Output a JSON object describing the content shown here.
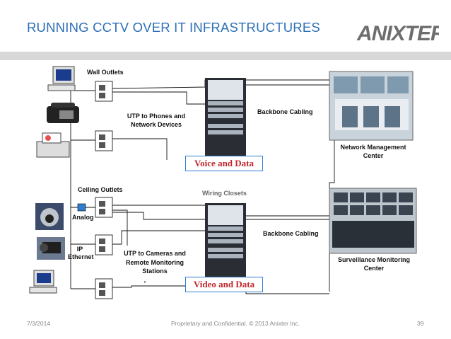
{
  "slide": {
    "title": "RUNNING CCTV OVER IT INFRASTRUCTURES",
    "logo_text": "ANIXTER"
  },
  "labels": {
    "wall_outlets": "Wall Outlets",
    "utp_phones": "UTP to Phones and Network Devices",
    "backbone_top": "Backbone Cabling",
    "voice_data": "Voice and Data",
    "nmc": "Network Management Center",
    "ceiling_outlets": "Ceiling Outlets",
    "wiring_closets": "Wiring Closets",
    "analog": "Analog",
    "ip_ethernet": "IP Ethernet",
    "backbone_bottom": "Backbone Cabling",
    "utp_cameras": "UTP to Cameras and Remote Monitoring Stations",
    "smc": "Surveillance Monitoring Center",
    "video_data": "Video and Data"
  },
  "footer": {
    "date": "7/3/2014",
    "copyright": "Proprietary and Confidential. © 2013 Anixter Inc.",
    "page": "39"
  },
  "colors": {
    "title": "#2d6fb7",
    "box_text": "#c0282d",
    "box_border": "#2f7dd0"
  }
}
